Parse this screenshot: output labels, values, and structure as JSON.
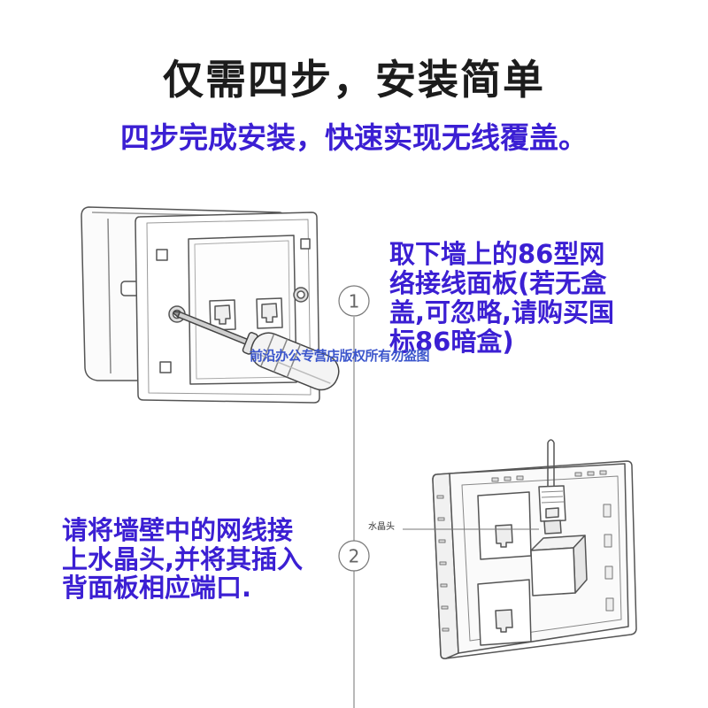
{
  "header": {
    "title": "仅需四步，安装简单",
    "subtitle": "四步完成安装，快速实现无线覆盖。"
  },
  "steps": [
    {
      "number": "1",
      "lines": [
        "取下墙上的86型网",
        "络接线面板(若无盒",
        "盖,可忽略,请购买国",
        "标86暗盒)"
      ]
    },
    {
      "number": "2",
      "lines": [
        "请将墙壁中的网线接",
        "上水晶头,并将其插入",
        "背面板相应端口."
      ]
    }
  ],
  "watermark": "前沿办公专营店版权所有勿盗图",
  "callout_label": "水晶头",
  "colors": {
    "title": "#1c1c1c",
    "accent": "#3b1fd3",
    "watermark": "#3c56cc"
  }
}
